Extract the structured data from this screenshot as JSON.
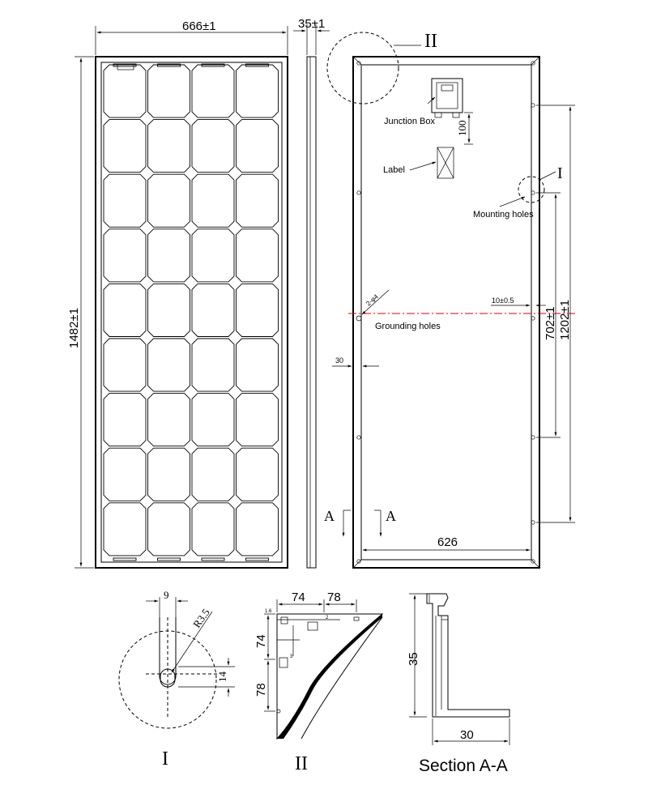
{
  "front_view": {
    "width_dim": "666±1",
    "thickness_dim": "35±1",
    "height_dim": "1482±1"
  },
  "back_view": {
    "detail_ii_label": "II",
    "detail_i_label": "I",
    "junction_box_label": "Junction Box",
    "junction_box_offset": "100",
    "label_label": "Label",
    "mounting_holes_label": "Mounting holes",
    "grounding_holes_label": "Grounding holes",
    "hole_spec": "2-φ4",
    "edge_offset": "10±0.5",
    "inner_hole_spacing": "702±1",
    "outer_hole_spacing": "1202±1",
    "frame_width": "30",
    "bottom_width": "626",
    "section_mark_left": "A",
    "section_mark_right": "A"
  },
  "detail_i": {
    "title": "I",
    "slot_width": "9",
    "radius": "R3.5",
    "slot_length": "14"
  },
  "detail_ii": {
    "title": "II",
    "dim_top_left": "74",
    "dim_top_right": "78",
    "dim_side_upper": "74",
    "dim_side_lower": "78"
  },
  "section_aa": {
    "title": "Section A-A",
    "height": "35",
    "width": "30"
  }
}
